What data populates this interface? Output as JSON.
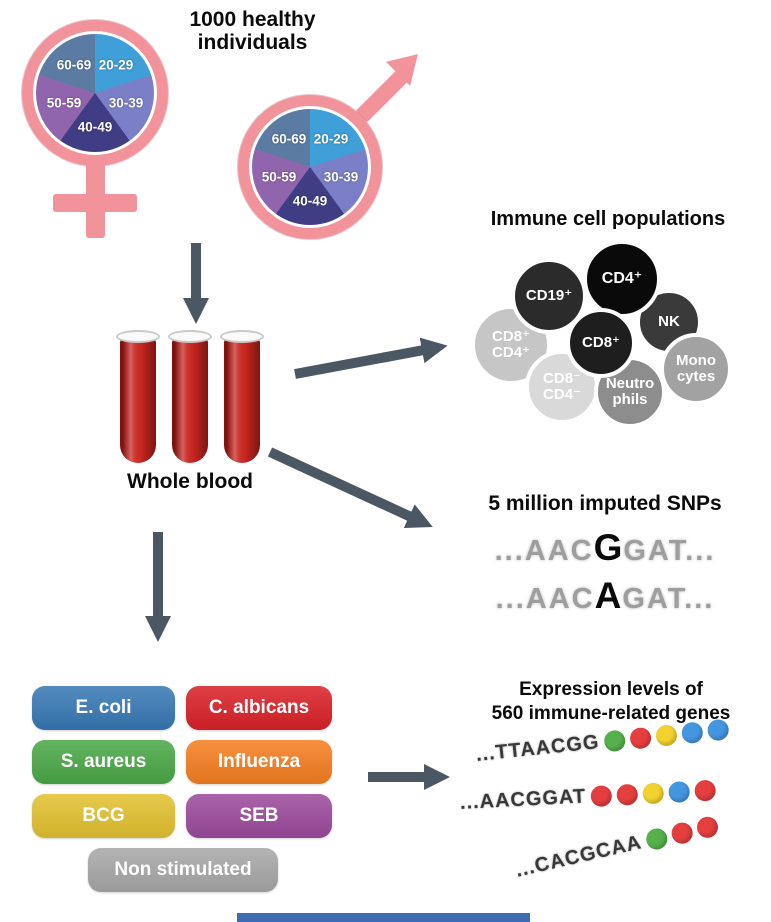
{
  "colors": {
    "gender_symbol": "#f2939c",
    "arrow": "#4b5763",
    "blood_red": "#c8251f",
    "bottom_bar": "#3d6cb2"
  },
  "header": {
    "title_line1": "1000 healthy",
    "title_line2": "individuals"
  },
  "demographics": {
    "age_groups": [
      "20-29",
      "30-39",
      "40-49",
      "50-59",
      "60-69"
    ],
    "pie_slice_colors": [
      "#3f9fd8",
      "#7b7fc7",
      "#413d85",
      "#9165ae",
      "#5c7ba3"
    ]
  },
  "blood": {
    "label": "Whole blood"
  },
  "immune": {
    "title": "Immune cell populations",
    "cells": [
      {
        "line1": "CD19⁺",
        "line2": "",
        "color": "#2b2b2b"
      },
      {
        "line1": "CD4⁺",
        "line2": "",
        "color": "#0a0a0a"
      },
      {
        "line1": "NK",
        "line2": "",
        "color": "#3a3a3a"
      },
      {
        "line1": "CD8⁺",
        "line2": "",
        "color": "#1e1e1e"
      },
      {
        "line1": "CD8⁺",
        "line2": "CD4⁺",
        "color": "#c6c6c6"
      },
      {
        "line1": "CD8⁻",
        "line2": "CD4⁻",
        "color": "#d9d9d9"
      },
      {
        "line1": "Neutro",
        "line2": "phils",
        "color": "#8d8d8d"
      },
      {
        "line1": "Mono",
        "line2": "cytes",
        "color": "#a2a2a2"
      }
    ]
  },
  "snps": {
    "title": "5 million imputed SNPs",
    "sequences": [
      {
        "pre": "...AAC",
        "variant": "G",
        "post": "GAT..."
      },
      {
        "pre": "...AAC",
        "variant": "A",
        "post": "GAT..."
      }
    ]
  },
  "stimuli": {
    "items": [
      {
        "label": "E. coli",
        "color": "#3778b4"
      },
      {
        "label": "C. albicans",
        "color": "#da2128"
      },
      {
        "label": "S. aureus",
        "color": "#4aa847"
      },
      {
        "label": "Influenza",
        "color": "#f57e20"
      },
      {
        "label": "BCG",
        "color": "#e2c12f"
      },
      {
        "label": "SEB",
        "color": "#9c4a9d"
      },
      {
        "label": "Non stimulated",
        "color": "#a7a7a7"
      }
    ]
  },
  "expression": {
    "title_line1": "Expression levels of",
    "title_line2": "560 immune-related genes",
    "bead_colors": {
      "green": "#56b04c",
      "red": "#e53e3e",
      "yellow": "#f2d22e",
      "blue": "#4596e0"
    },
    "rows": [
      {
        "seq": "...TTAACGG",
        "beads": [
          "green",
          "red",
          "yellow",
          "blue",
          "blue"
        ]
      },
      {
        "seq": "...AACGGAT",
        "beads": [
          "red",
          "red",
          "yellow",
          "blue",
          "red"
        ]
      },
      {
        "seq": "...CACGCAA",
        "beads": [
          "green",
          "red",
          "red"
        ]
      }
    ]
  }
}
